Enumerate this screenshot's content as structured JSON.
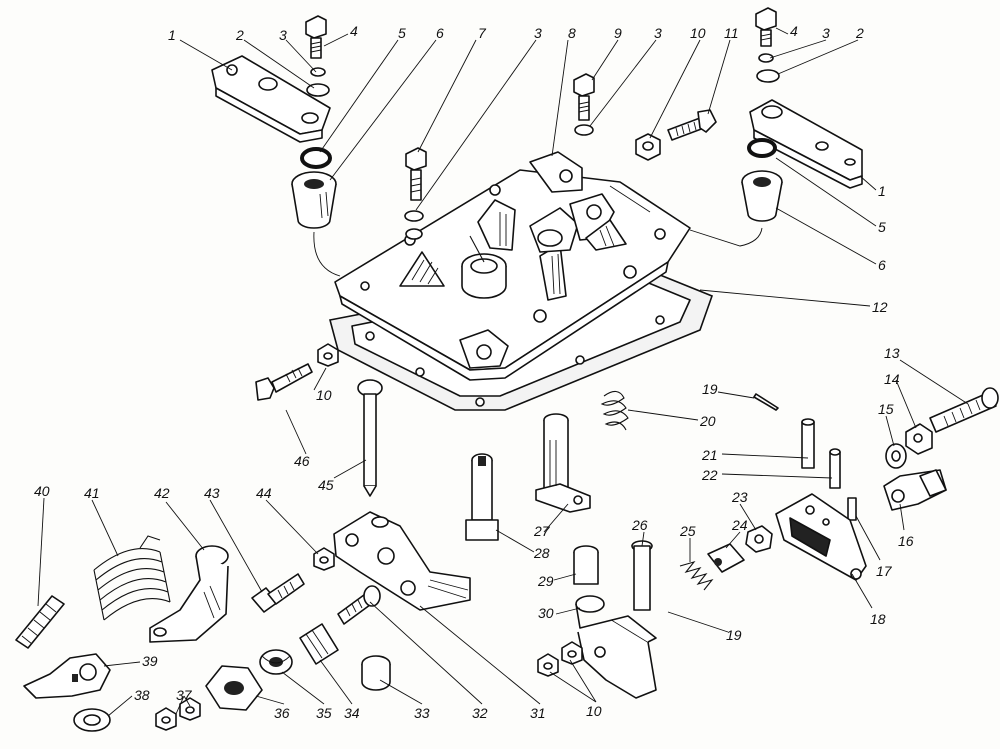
{
  "labels": [
    {
      "id": "l1a",
      "text": "1"
    },
    {
      "id": "l2a",
      "text": "2"
    },
    {
      "id": "l3a",
      "text": "3"
    },
    {
      "id": "l4a",
      "text": "4"
    },
    {
      "id": "l5a",
      "text": "5"
    },
    {
      "id": "l6a",
      "text": "6"
    },
    {
      "id": "l7",
      "text": "7"
    },
    {
      "id": "l3b",
      "text": "3"
    },
    {
      "id": "l8",
      "text": "8"
    },
    {
      "id": "l9",
      "text": "9"
    },
    {
      "id": "l3c",
      "text": "3"
    },
    {
      "id": "l10a",
      "text": "10"
    },
    {
      "id": "l11",
      "text": "11"
    },
    {
      "id": "l4b",
      "text": "4"
    },
    {
      "id": "l3d",
      "text": "3"
    },
    {
      "id": "l2b",
      "text": "2"
    },
    {
      "id": "l1b",
      "text": "1"
    },
    {
      "id": "l5b",
      "text": "5"
    },
    {
      "id": "l6b",
      "text": "6"
    },
    {
      "id": "l12",
      "text": "12"
    },
    {
      "id": "l13",
      "text": "13"
    },
    {
      "id": "l14",
      "text": "14"
    },
    {
      "id": "l15",
      "text": "15"
    },
    {
      "id": "l16",
      "text": "16"
    },
    {
      "id": "l17",
      "text": "17"
    },
    {
      "id": "l18",
      "text": "18"
    },
    {
      "id": "l19a",
      "text": "19"
    },
    {
      "id": "l19b",
      "text": "19"
    },
    {
      "id": "l20",
      "text": "20"
    },
    {
      "id": "l21",
      "text": "21"
    },
    {
      "id": "l22",
      "text": "22"
    },
    {
      "id": "l23",
      "text": "23"
    },
    {
      "id": "l24",
      "text": "24"
    },
    {
      "id": "l25",
      "text": "25"
    },
    {
      "id": "l26",
      "text": "26"
    },
    {
      "id": "l27",
      "text": "27"
    },
    {
      "id": "l28",
      "text": "28"
    },
    {
      "id": "l29",
      "text": "29"
    },
    {
      "id": "l30",
      "text": "30"
    },
    {
      "id": "l10b",
      "text": "10"
    },
    {
      "id": "l10c",
      "text": "10"
    },
    {
      "id": "l31",
      "text": "31"
    },
    {
      "id": "l32",
      "text": "32"
    },
    {
      "id": "l33",
      "text": "33"
    },
    {
      "id": "l34",
      "text": "34"
    },
    {
      "id": "l35",
      "text": "35"
    },
    {
      "id": "l36",
      "text": "36"
    },
    {
      "id": "l37",
      "text": "37"
    },
    {
      "id": "l38",
      "text": "38"
    },
    {
      "id": "l39",
      "text": "39"
    },
    {
      "id": "l40",
      "text": "40"
    },
    {
      "id": "l41",
      "text": "41"
    },
    {
      "id": "l42",
      "text": "42"
    },
    {
      "id": "l43",
      "text": "43"
    },
    {
      "id": "l44",
      "text": "44"
    },
    {
      "id": "l45",
      "text": "45"
    },
    {
      "id": "l46",
      "text": "46"
    }
  ]
}
